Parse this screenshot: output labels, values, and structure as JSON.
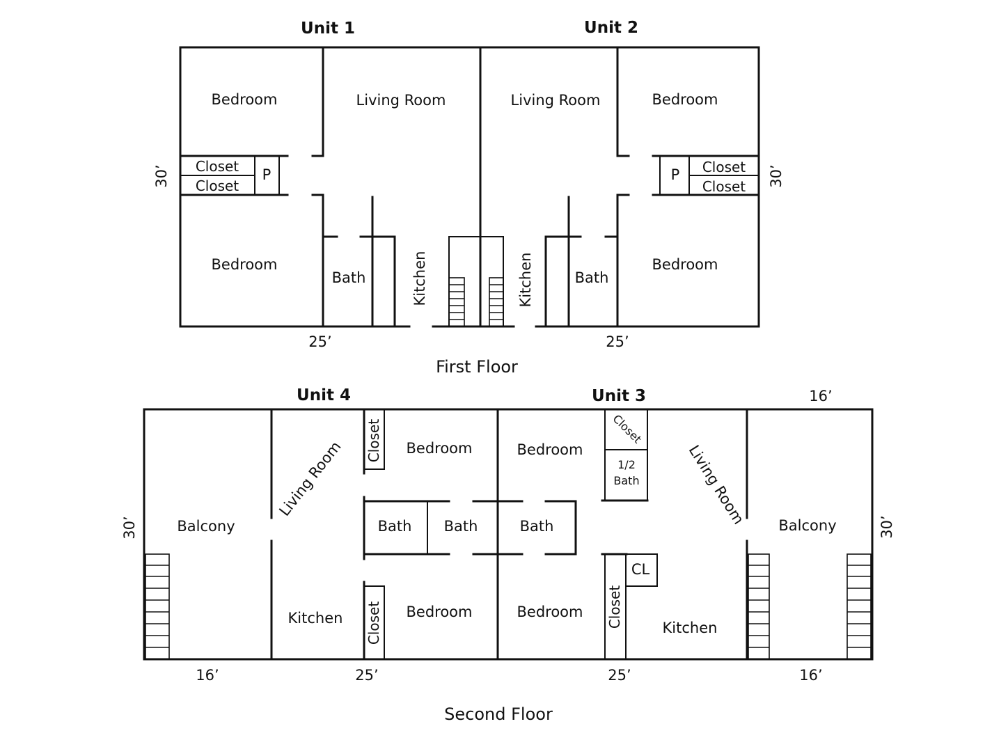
{
  "units": {
    "unit1": "Unit 1",
    "unit2": "Unit 2",
    "unit3": "Unit 3",
    "unit4": "Unit 4"
  },
  "floors": {
    "first": "First Floor",
    "second": "Second Floor"
  },
  "dimensions": {
    "d25": "25’",
    "d30": "30’",
    "d16": "16’"
  },
  "rooms": {
    "bedroom": "Bedroom",
    "living_room": "Living Room",
    "closet": "Closet",
    "pantry": "P",
    "bath": "Bath",
    "kitchen": "Kitchen",
    "balcony": "Balcony",
    "half_bath_fraction": "1/2",
    "closet_short": "CL"
  },
  "colors": {
    "line": "#111111",
    "background": "#ffffff"
  }
}
